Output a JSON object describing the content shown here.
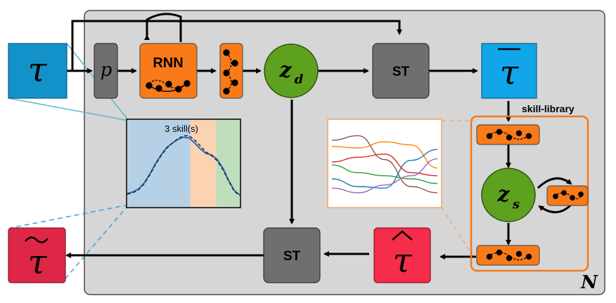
{
  "colors": {
    "panel": "#d6d6d6",
    "tau_input": "#1392c9",
    "tau_bar": "#10a6e9",
    "tau_hat": "#f52c4a",
    "tau_tilde": "#de2746",
    "orange": "#f87a18",
    "green": "#5ea11f",
    "gray_box": "#6f6f70",
    "teal_line": "#5ab7cb",
    "dash_blue": "#3ba1d4"
  },
  "labels": {
    "tau": "τ",
    "tau_bar": "τ",
    "tau_hat": "τ",
    "tau_tilde": "τ",
    "p": "p",
    "rnn": "RNN",
    "z_d_main": "z",
    "z_d_sub": "d",
    "z_s_main": "z",
    "z_s_sub": "s",
    "st_top": "ST",
    "st_bottom": "ST",
    "skill_library": "skill-library",
    "corner_n": "N"
  },
  "chart_data": [
    {
      "type": "area",
      "title": "3 skill(s)",
      "xlabel": "",
      "ylabel": "",
      "segments": [
        {
          "color": "#b6d1e6",
          "start": 0.0,
          "end": 0.56
        },
        {
          "color": "#fbd2b2",
          "start": 0.56,
          "end": 0.79
        },
        {
          "color": "#bfdfbc",
          "start": 0.79,
          "end": 1.0
        }
      ],
      "series": [
        {
          "style": "solid",
          "x": [
            0,
            0.05,
            0.1,
            0.15,
            0.2,
            0.25,
            0.3,
            0.35,
            0.4,
            0.45,
            0.5,
            0.55,
            0.6,
            0.65,
            0.7,
            0.75,
            0.8,
            0.85,
            0.9,
            0.95,
            1.0
          ],
          "y": [
            0.12,
            0.14,
            0.18,
            0.26,
            0.38,
            0.52,
            0.64,
            0.74,
            0.8,
            0.85,
            0.88,
            0.87,
            0.8,
            0.72,
            0.66,
            0.64,
            0.58,
            0.46,
            0.3,
            0.16,
            0.1
          ]
        },
        {
          "style": "dashed",
          "x": [
            0,
            0.05,
            0.1,
            0.15,
            0.2,
            0.25,
            0.3,
            0.35,
            0.4,
            0.45,
            0.5,
            0.55,
            0.6,
            0.65,
            0.7,
            0.75,
            0.8,
            0.85,
            0.9,
            0.95,
            1.0
          ],
          "y": [
            0.11,
            0.13,
            0.17,
            0.25,
            0.37,
            0.51,
            0.63,
            0.73,
            0.8,
            0.86,
            0.9,
            0.9,
            0.84,
            0.76,
            0.68,
            0.63,
            0.56,
            0.44,
            0.29,
            0.15,
            0.09
          ]
        }
      ]
    },
    {
      "type": "line",
      "title": "",
      "series": [
        {
          "color": "#8c564b",
          "y": [
            0.8,
            0.86,
            0.55,
            0.2,
            0.12
          ]
        },
        {
          "color": "#ff7f0e",
          "y": [
            0.72,
            0.7,
            0.78,
            0.74,
            0.44
          ]
        },
        {
          "color": "#2ca02c",
          "y": [
            0.48,
            0.38,
            0.34,
            0.3,
            0.24
          ]
        },
        {
          "color": "#1f77b4",
          "y": [
            0.3,
            0.2,
            0.18,
            0.54,
            0.68
          ]
        },
        {
          "color": "#d62728",
          "y": [
            0.52,
            0.58,
            0.62,
            0.38,
            0.34
          ]
        },
        {
          "color": "#9467bd",
          "y": [
            0.18,
            0.12,
            0.22,
            0.34,
            0.56
          ]
        }
      ]
    }
  ]
}
